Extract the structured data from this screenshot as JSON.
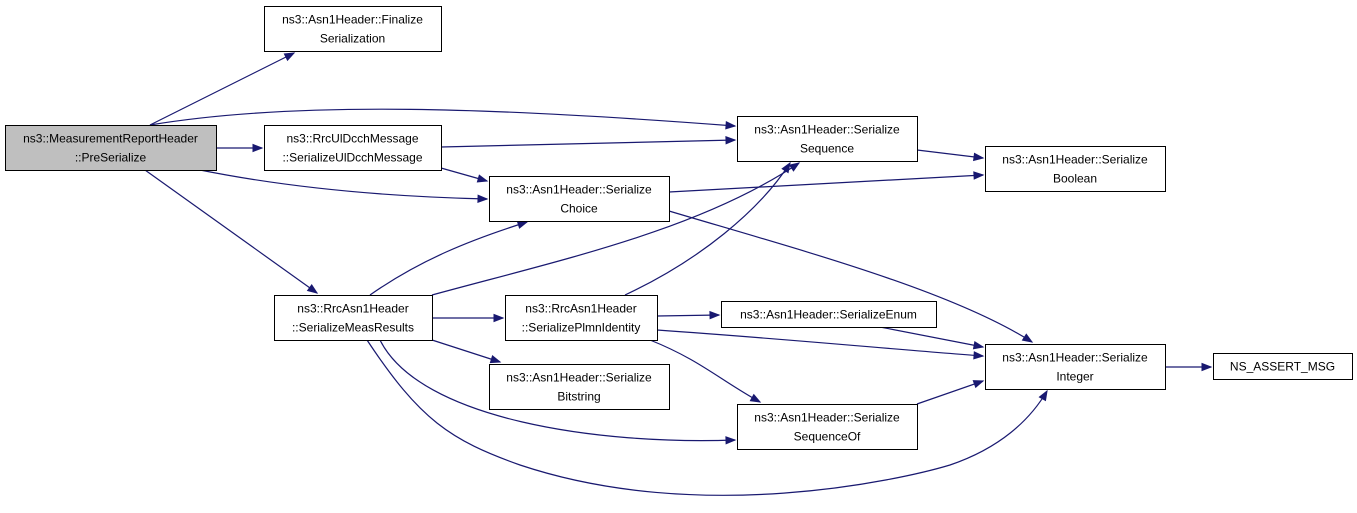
{
  "nodes": [
    {
      "id": "pre",
      "lines": [
        "ns3::MeasurementReportHeader",
        "::PreSerialize"
      ],
      "root": true
    },
    {
      "id": "finalize",
      "lines": [
        "ns3::Asn1Header::Finalize",
        "Serialization"
      ]
    },
    {
      "id": "ulDcch",
      "lines": [
        "ns3::RrcUlDcchMessage",
        "::SerializeUlDcchMessage"
      ]
    },
    {
      "id": "seq",
      "lines": [
        "ns3::Asn1Header::Serialize",
        "Sequence"
      ]
    },
    {
      "id": "bool",
      "lines": [
        "ns3::Asn1Header::Serialize",
        "Boolean"
      ]
    },
    {
      "id": "choice",
      "lines": [
        "ns3::Asn1Header::Serialize",
        "Choice"
      ]
    },
    {
      "id": "measRes",
      "lines": [
        "ns3::RrcAsn1Header",
        "::SerializeMeasResults"
      ]
    },
    {
      "id": "plmn",
      "lines": [
        "ns3::RrcAsn1Header",
        "::SerializePlmnIdentity"
      ]
    },
    {
      "id": "enum",
      "lines": [
        "ns3::Asn1Header::SerializeEnum"
      ]
    },
    {
      "id": "int",
      "lines": [
        "ns3::Asn1Header::Serialize",
        "Integer"
      ]
    },
    {
      "id": "assert",
      "lines": [
        "NS_ASSERT_MSG"
      ]
    },
    {
      "id": "bits",
      "lines": [
        "ns3::Asn1Header::Serialize",
        "Bitstring"
      ]
    },
    {
      "id": "seqOf",
      "lines": [
        "ns3::Asn1Header::Serialize",
        "SequenceOf"
      ]
    }
  ],
  "edges": [
    [
      "pre",
      "finalize"
    ],
    [
      "pre",
      "ulDcch"
    ],
    [
      "pre",
      "seq"
    ],
    [
      "pre",
      "choice"
    ],
    [
      "pre",
      "measRes"
    ],
    [
      "ulDcch",
      "seq"
    ],
    [
      "ulDcch",
      "choice"
    ],
    [
      "seq",
      "bool"
    ],
    [
      "choice",
      "bool"
    ],
    [
      "choice",
      "int"
    ],
    [
      "measRes",
      "choice"
    ],
    [
      "measRes",
      "seq"
    ],
    [
      "measRes",
      "plmn"
    ],
    [
      "measRes",
      "bits"
    ],
    [
      "measRes",
      "seqOf"
    ],
    [
      "measRes",
      "int"
    ],
    [
      "plmn",
      "seq"
    ],
    [
      "plmn",
      "enum"
    ],
    [
      "plmn",
      "int"
    ],
    [
      "plmn",
      "seqOf"
    ],
    [
      "enum",
      "int"
    ],
    [
      "seqOf",
      "int"
    ],
    [
      "int",
      "assert"
    ]
  ]
}
